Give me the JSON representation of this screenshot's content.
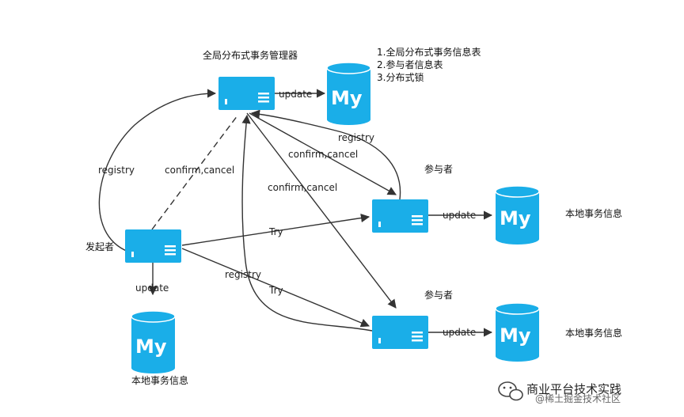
{
  "nodes": {
    "coordinator": {
      "label": "全局分布式事务管理器"
    },
    "initiator": {
      "label": "发起者"
    },
    "participant_1": {
      "label": "参与者"
    },
    "participant_2": {
      "label": "参与者"
    }
  },
  "databases": {
    "coordinator_db": {
      "icon_text": "My",
      "notes": [
        "1.全局分布式事务信息表",
        "2.参与者信息表",
        "3.分布式锁"
      ]
    },
    "initiator_db": {
      "icon_text": "My",
      "label": "本地事务信息"
    },
    "participant_1_db": {
      "icon_text": "My",
      "label": "本地事务信息"
    },
    "participant_2_db": {
      "icon_text": "My",
      "label": "本地事务信息"
    }
  },
  "edges": {
    "coordinator_update": "update",
    "initiator_registry": "registry",
    "initiator_confirm_cancel": "confirm,cancel",
    "participant_1_registry": "registry",
    "participant_1_confirm_cancel": "confirm,cancel",
    "participant_2_confirm_cancel": "confirm,cancel",
    "participant_2_registry": "registry",
    "initiator_try_1": "Try",
    "initiator_try_2": "Try",
    "initiator_update": "update",
    "participant_1_update": "update",
    "participant_2_update": "update"
  },
  "watermark": {
    "icon": "wechat-icon",
    "title": "商业平台技术实践",
    "subtitle": "@稀土掘金技术社区"
  },
  "colors": {
    "node": "#1aaee8",
    "edge": "#333333"
  }
}
